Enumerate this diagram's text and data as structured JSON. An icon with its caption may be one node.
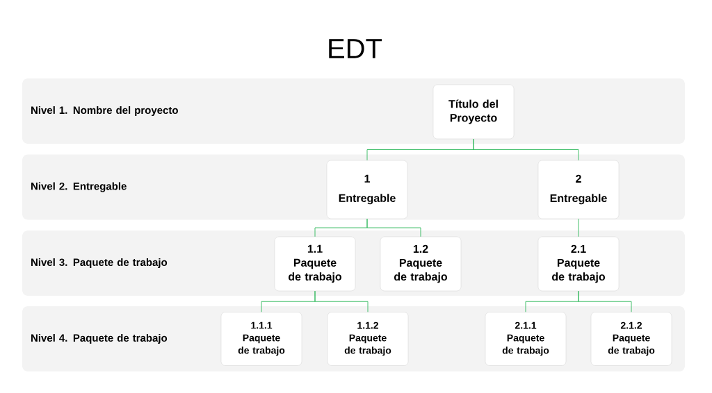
{
  "diagram": {
    "title": "EDT",
    "nodes": [
      {
        "text": [
          "Nivel 1. Nombre del proyecto"
        ]
      },
      {
        "text": [
          "Título del Proyecto"
        ],
        "in": 0
      },
      {
        "text": [
          "Nivel 2. Entregable"
        ]
      },
      {
        "text": [
          "1",
          "Entregable"
        ],
        "in": 2
      },
      {
        "text": [
          "2",
          "Entregable"
        ],
        "in": 2
      },
      {
        "text": [
          "Nivel 3. Paquete de trabajo"
        ]
      },
      {
        "text": [
          "1.1",
          "Paquete de trabajo"
        ],
        "in": 5
      },
      {
        "text": [
          "1.2",
          "Paquete de trabajo"
        ],
        "in": 5
      },
      {
        "text": [
          "2.1",
          "Paquete de trabajo"
        ],
        "in": 5
      },
      {
        "text": [
          "Nivel 4. Paquete de trabajo"
        ]
      },
      {
        "text": [
          "1.1.1",
          "Paquete de trabajo"
        ],
        "in": 9
      },
      {
        "text": [
          "1.1.2",
          "Paquete de trabajo"
        ],
        "in": 9
      },
      {
        "text": [
          "2.1.1",
          "Paquete de trabajo"
        ],
        "in": 9
      },
      {
        "text": [
          "2.1.2",
          "Paquete de trabajo"
        ],
        "in": 9
      }
    ],
    "edges": [
      {
        "from": 1,
        "to": 3,
        "arrow": "none"
      },
      {
        "from": 1,
        "to": 4,
        "arrow": "none"
      },
      {
        "from": 3,
        "to": 6,
        "arrow": "none"
      },
      {
        "from": 3,
        "to": 7,
        "arrow": "none"
      },
      {
        "from": 4,
        "to": 8,
        "arrow": "none"
      },
      {
        "from": 6,
        "to": 10,
        "arrow": "none"
      },
      {
        "from": 6,
        "to": 11,
        "arrow": "none"
      },
      {
        "from": 8,
        "to": 12,
        "arrow": "none"
      },
      {
        "from": 8,
        "to": 13,
        "arrow": "none"
      }
    ]
  }
}
